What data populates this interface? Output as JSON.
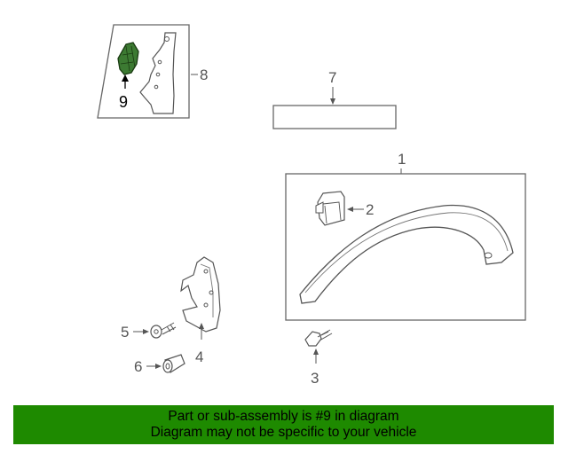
{
  "callouts": {
    "c1": "1",
    "c2": "2",
    "c3": "3",
    "c4": "4",
    "c5": "5",
    "c6": "6",
    "c7": "7",
    "c8": "8",
    "c9": "9"
  },
  "highlight_part": "9",
  "colors": {
    "highlight_fill": "#3c7a32",
    "banner_bg": "#1e8a00",
    "line": "#555555"
  },
  "banner": {
    "line1": "Part or sub-assembly is #9 in diagram",
    "line2": "Diagram may not be specific to your vehicle"
  }
}
